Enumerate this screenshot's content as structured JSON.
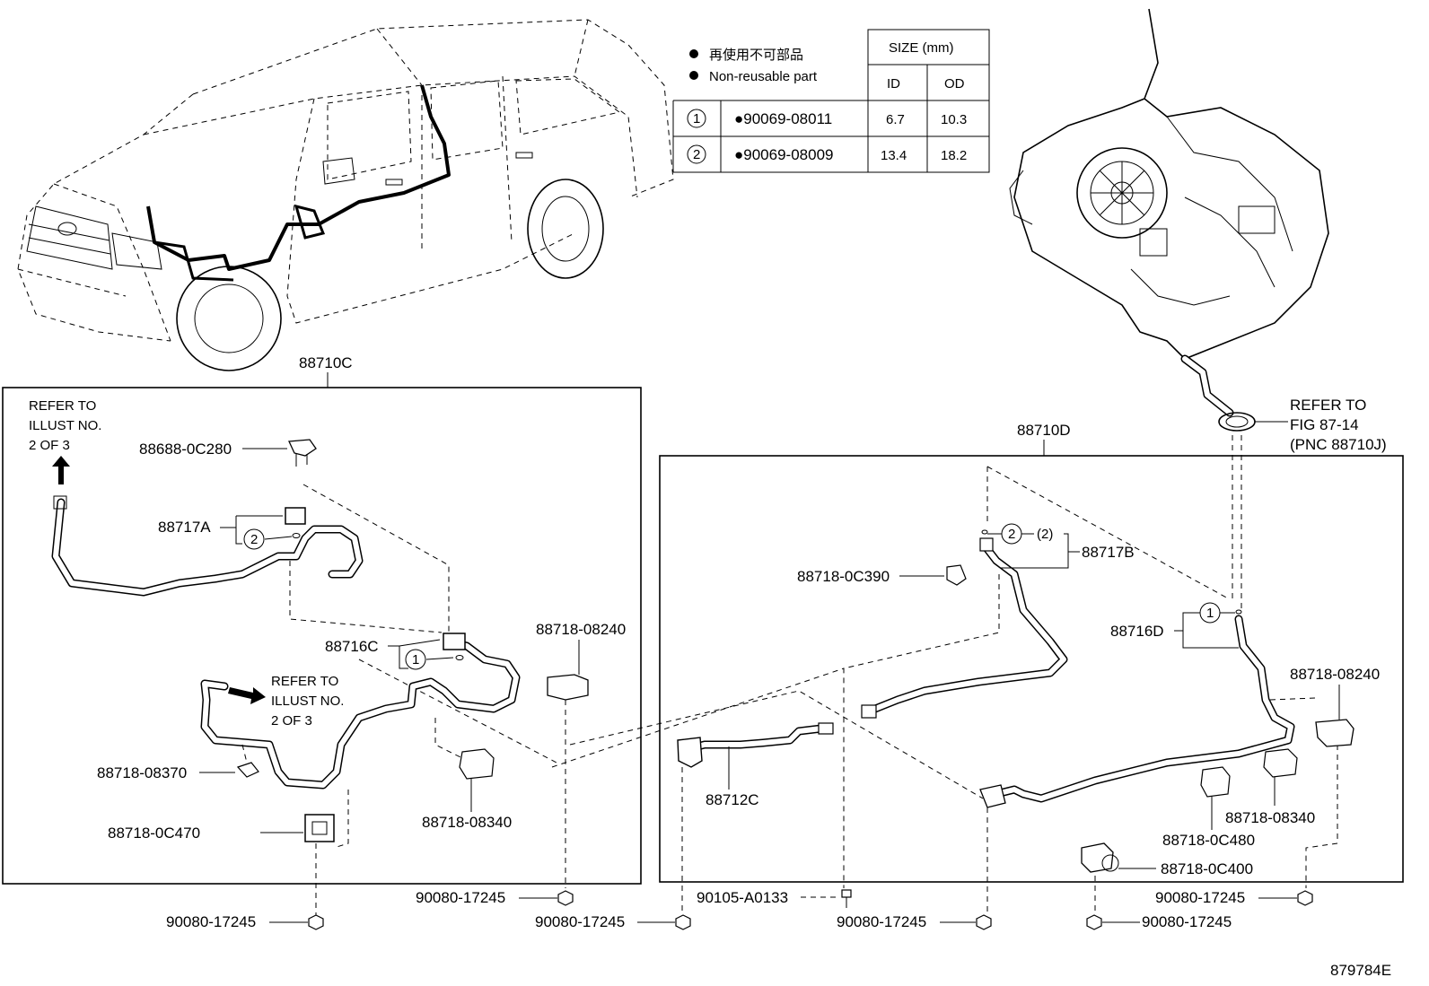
{
  "legend": {
    "non_reusable_jp": "再使用不可部品",
    "non_reusable_en": "Non-reusable part",
    "bullet": "●"
  },
  "size_table": {
    "header_size": "SIZE (mm)",
    "header_id": "ID",
    "header_od": "OD",
    "rows": [
      {
        "circle": "1",
        "part": "●90069-08011",
        "id": "6.7",
        "od": "10.3"
      },
      {
        "circle": "2",
        "part": "●90069-08009",
        "id": "13.4",
        "od": "18.2"
      }
    ]
  },
  "groups": {
    "left": "88710C",
    "right": "88710D"
  },
  "refers": {
    "left_top": [
      "REFER TO",
      "ILLUST NO.",
      "2 OF 3"
    ],
    "left_mid": [
      "REFER TO",
      "ILLUST NO.",
      "2 OF 3"
    ],
    "right_top": [
      "REFER TO",
      "FIG 87-14",
      "(PNC 88710J)"
    ]
  },
  "labels": {
    "p88688": "88688-0C280",
    "p88717A": "88717A",
    "c2_left": "2",
    "p88716C": "88716C",
    "c1_left": "1",
    "p88718_08240_l": "88718-08240",
    "p88718_08370": "88718-08370",
    "p88718_08340_l": "88718-08340",
    "p88718_0C470": "88718-0C470",
    "n_17245_a": "90080-17245",
    "n_17245_b": "90080-17245",
    "n_17245_c": "90080-17245",
    "n_A0133": "90105-A0133",
    "n_17245_d": "90080-17245",
    "n_17245_e": "90080-17245",
    "n_17245_f": "90080-17245",
    "p88712C": "88712C",
    "p88718_0C390": "88718-0C390",
    "c2_right": "2",
    "c2_right_paren": "(2)",
    "p88717B": "88717B",
    "c1_right": "1",
    "p88716D": "88716D",
    "p88718_08240_r": "88718-08240",
    "p88718_0C480": "88718-0C480",
    "p88718_08340_r": "88718-08340",
    "p88718_0C400": "88718-0C400",
    "figure_id": "879784E"
  }
}
